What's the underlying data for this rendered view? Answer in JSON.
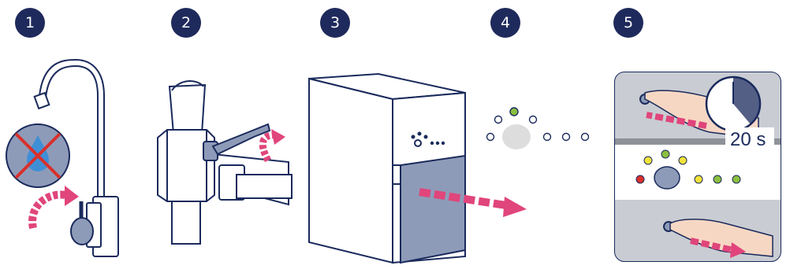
{
  "steps": [
    {
      "number": "1"
    },
    {
      "number": "2"
    },
    {
      "number": "3"
    },
    {
      "number": "4"
    },
    {
      "number": "5"
    }
  ],
  "timer": {
    "label": "20 s"
  },
  "colors": {
    "badge": "#1f2a5c",
    "arrow_pink": "#e0457b",
    "panel_blue": "#8e9bb8",
    "led_green": "#8cbf3f",
    "led_yellow": "#f2e23a",
    "led_red": "#d9302b",
    "outline": "#1a2a5c"
  },
  "icons": [
    "faucet-icon",
    "no-water-icon",
    "valve-icon",
    "filter-unit-icon",
    "led-indicator-icon",
    "timer-icon",
    "hand-icon"
  ]
}
